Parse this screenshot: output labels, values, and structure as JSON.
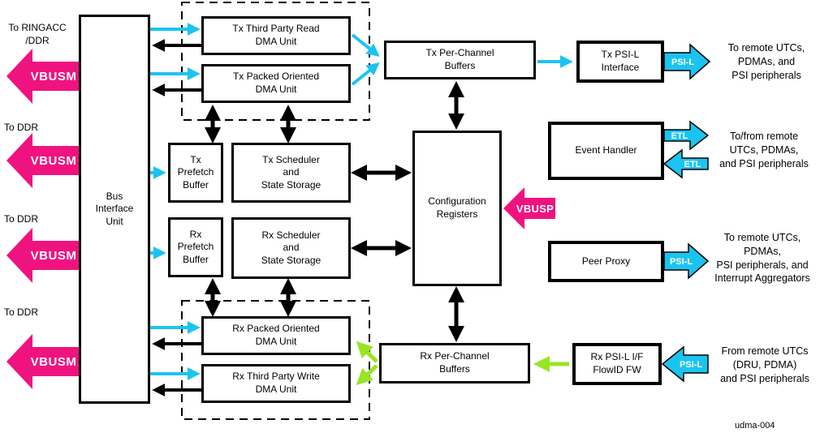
{
  "figure_id": "udma-004",
  "colors": {
    "magenta_bus": "#EF137F",
    "cyan_bus": "#1BC4F0",
    "green_bus": "#99E424",
    "line_black": "#000000"
  },
  "blocks": {
    "bus_interface_unit": "Bus\nInterface\nUnit",
    "tx_third_party_read_dma": "Tx Third Party Read\nDMA Unit",
    "tx_packed_oriented_dma": "Tx Packed Oriented\nDMA Unit",
    "tx_per_channel_buffers": "Tx Per-Channel\nBuffers",
    "tx_psil_interface": "Tx PSI-L\nInterface",
    "event_handler": "Event Handler",
    "peer_proxy": "Peer Proxy",
    "tx_prefetch_buffer": "Tx\nPrefetch\nBuffer",
    "tx_scheduler": "Tx Scheduler\nand\nState Storage",
    "rx_prefetch_buffer": "Rx\nPrefetch\nBuffer",
    "rx_scheduler": "Rx Scheduler\nand\nState Storage",
    "configuration_registers": "Configuration\nRegisters",
    "rx_packed_oriented_dma": "Rx Packed Oriented\nDMA Unit",
    "rx_third_party_write_dma": "Rx Third Party Write\nDMA Unit",
    "rx_per_channel_buffers": "Rx Per-Channel\nBuffers",
    "rx_psil_flowid_fw": "Rx PSI-L I/F\nFlowID FW"
  },
  "left_ports": [
    {
      "destination": "To RINGACC\n/DDR",
      "bus": "VBUSM"
    },
    {
      "destination": "To DDR",
      "bus": "VBUSM"
    },
    {
      "destination": "To DDR",
      "bus": "VBUSM"
    },
    {
      "destination": "To DDR",
      "bus": "VBUSM"
    }
  ],
  "config_bus": {
    "bus": "VBUSP"
  },
  "right_ports": [
    {
      "bus": "PSI-L",
      "annotation": "To remote UTCs,\nPDMAs, and\nPSI peripherals"
    },
    {
      "bus_out": "ETL",
      "bus_in": "ETL",
      "annotation": "To/from remote\nUTCs, PDMAs,\nand PSI peripherals"
    },
    {
      "bus": "PSI-L",
      "annotation": "To remote UTCs,\nPDMAs,\nPSI peripherals, and\nInterrupt Aggregators"
    },
    {
      "bus": "PSI-L",
      "annotation": "From remote UTCs\n(DRU, PDMA)\nand PSI peripherals"
    }
  ]
}
